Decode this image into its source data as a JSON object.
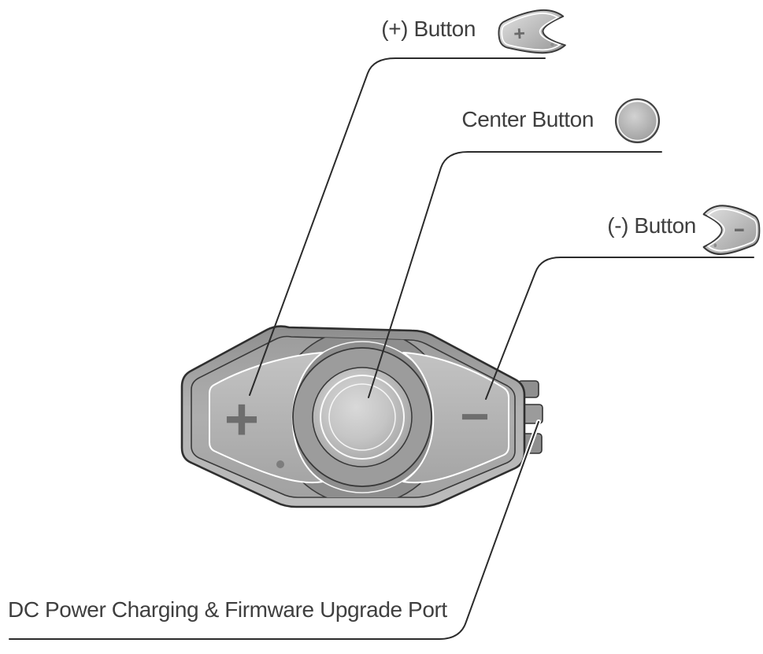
{
  "figure": {
    "type": "product-callout-diagram",
    "callouts": {
      "plus": {
        "label": "(+) Button"
      },
      "center": {
        "label": "Center Button"
      },
      "minus": {
        "label": "(-) Button"
      },
      "port": {
        "label": "DC Power Charging & Firmware Upgrade Port"
      }
    },
    "device": {
      "plus_symbol": "+",
      "minus_symbol": "−"
    },
    "icons": {
      "plus_glyph": "+",
      "minus_glyph": "−"
    },
    "colors": {
      "background": "#ffffff",
      "callout_line": "#2b2b2b",
      "label_text": "#3f3f3f",
      "device_outline": "#333333",
      "device_body_light": "#c6c6c6",
      "device_body_dark": "#8a8a8a",
      "accent_highlight": "#ffffff",
      "symbol_gray": "#6e6e6e"
    }
  }
}
